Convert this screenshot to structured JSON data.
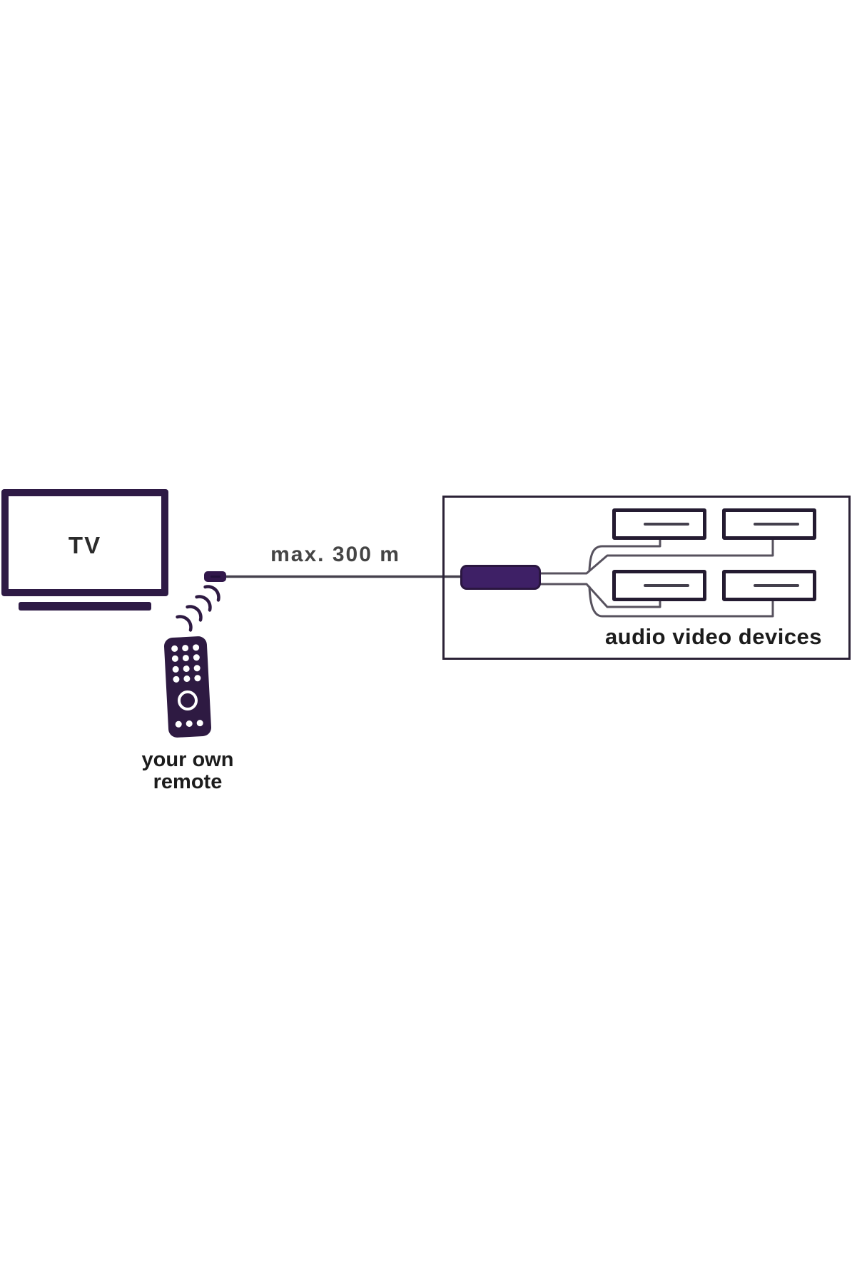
{
  "canvas": {
    "background": "#ffffff"
  },
  "tv": {
    "label": "TV"
  },
  "link": {
    "label": "max. 300 m"
  },
  "avbox": {
    "label": "audio video devices",
    "device_count": 4
  },
  "remote": {
    "label_line1": "your own",
    "label_line2": "remote"
  },
  "icons": [
    "tv-icon",
    "ir-receiver-icon",
    "signal-waves-icon",
    "ir-transmitter-icon",
    "av-device-icon",
    "remote-icon"
  ],
  "colors": {
    "purple_dark": "#2e1a45",
    "purple_bright": "#3e2066",
    "device_border": "#241b31",
    "box_border": "#2b2236",
    "wire_gray": "#57525e",
    "cable_gray": "#45414d",
    "text_dark": "#1c1c1c",
    "text_gray": "#454545",
    "background": "#ffffff"
  }
}
